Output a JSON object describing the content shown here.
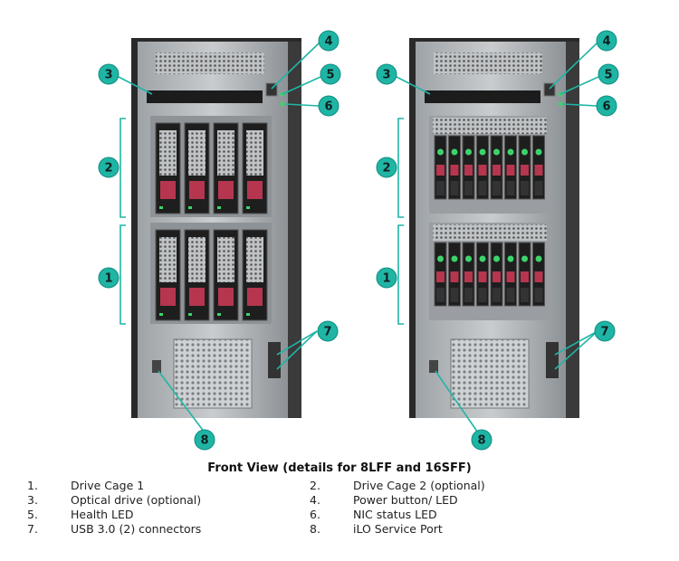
{
  "figure": {
    "callout_color": "#1fb5a5",
    "callout_numbers": [
      "1",
      "2",
      "3",
      "4",
      "5",
      "6",
      "7",
      "8"
    ]
  },
  "caption": "Front View (details for 8LFF and 16SFF)",
  "legend_left": [
    {
      "num": "1.",
      "text": "Drive Cage 1"
    },
    {
      "num": "3.",
      "text": "Optical drive (optional)"
    },
    {
      "num": "5.",
      "text": "Health LED"
    },
    {
      "num": "7.",
      "text": "USB 3.0 (2) connectors"
    }
  ],
  "legend_right": [
    {
      "num": "2.",
      "text": "Drive Cage 2 (optional)"
    },
    {
      "num": "4.",
      "text": "Power button/ LED"
    },
    {
      "num": "6.",
      "text": "NIC status LED"
    },
    {
      "num": "8.",
      "text": "iLO Service Port"
    }
  ]
}
